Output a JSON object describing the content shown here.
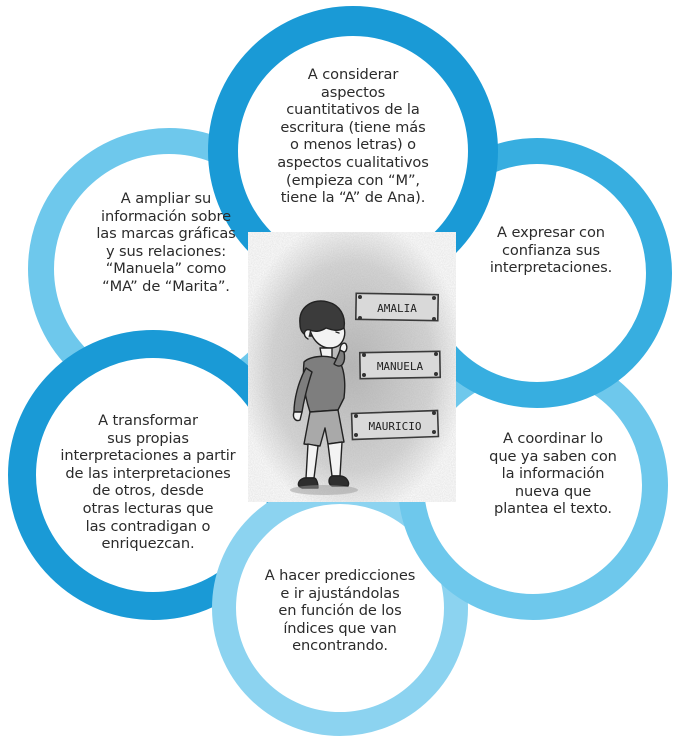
{
  "colors": {
    "petal_dark": "#1a9ad6",
    "petal_mid": "#37aee0",
    "petal_light": "#6ec8ec",
    "petal_lighter": "#8cd3f0",
    "text": "#2b2b2b"
  },
  "petals": {
    "top": {
      "lines": [
        "A considerar",
        "aspectos",
        "cuantitativos de la",
        "escritura (tiene más",
        "o menos letras) o",
        "aspectos cualitativos",
        "(empieza con “M”,",
        "tiene la  “A” de Ana)."
      ]
    },
    "top_left": {
      "lines": [
        "A ampliar su",
        "información sobre",
        "las marcas gráficas",
        "y sus relaciones:",
        "“Manuela” como",
        "“MA” de “Marita”."
      ]
    },
    "top_right": {
      "lines": [
        "A expresar con",
        "confianza sus",
        "interpretaciones."
      ]
    },
    "bottom_left": {
      "lines": [
        "A transformar",
        "sus propias",
        "interpretaciones a partir",
        "de las interpretaciones",
        "de otros, desde",
        "otras lecturas que",
        "las contradigan o",
        "enriquezcan."
      ]
    },
    "bottom_right": {
      "lines": [
        "A coordinar lo",
        "que ya saben con",
        "la información",
        "nueva que",
        "plantea el texto."
      ]
    },
    "bottom": {
      "lines": [
        "A hacer predicciones",
        "e ir ajustándolas",
        "en función de los",
        "índices que van",
        "encontrando."
      ]
    }
  },
  "illustration": {
    "signs": [
      "AMALIA",
      "MANUELA",
      "MAURICIO"
    ]
  }
}
